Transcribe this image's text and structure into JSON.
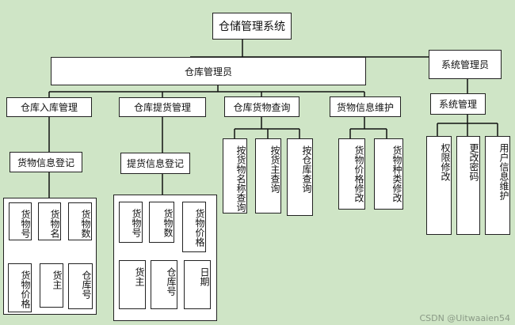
{
  "root": "仓储管理系统",
  "roles": {
    "warehouse_admin": "仓库管理员",
    "system_admin": "系统管理员"
  },
  "modules": {
    "inbound": "仓库入库管理",
    "pickup": "仓库提货管理",
    "query": "仓库货物查询",
    "goods_info": "货物信息维护",
    "system": "系统管理"
  },
  "inbound": {
    "sub": "货物信息登记",
    "fields": [
      "货物号",
      "货物名",
      "货物数",
      "货物价格",
      "货主",
      "仓库号"
    ]
  },
  "pickup": {
    "sub": "提货信息登记",
    "fields": [
      "货物号",
      "货物数",
      "货物价格",
      "货主",
      "仓库号",
      "日期"
    ]
  },
  "query": {
    "items": [
      "按货物名称查询",
      "按货主查询",
      "按仓库查询"
    ]
  },
  "goods_info": {
    "items": [
      "货物价格修改",
      "货物种类修改"
    ]
  },
  "system": {
    "items": [
      "权限修改",
      "更改密码",
      "用户信息维护"
    ]
  },
  "watermark": "CSDN @Uitwaaien54"
}
